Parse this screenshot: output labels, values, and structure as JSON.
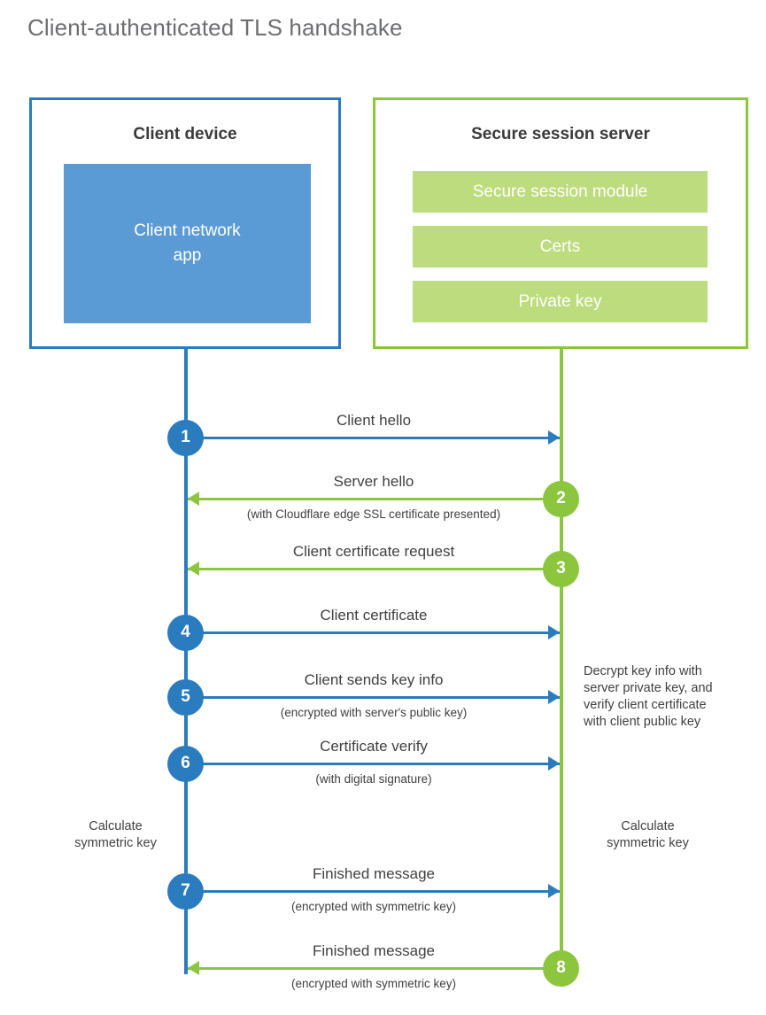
{
  "title": "Client-authenticated TLS handshake",
  "colors": {
    "blue": "#2b7cbf",
    "blue_fill": "#5b9bd5",
    "green": "#8cc63e",
    "green_fill": "#bcdc7d",
    "text": "#404041",
    "title_text": "#6d6e71"
  },
  "client": {
    "title": "Client device",
    "app_label": "Client network\napp"
  },
  "server": {
    "title": "Secure session server",
    "bars": [
      {
        "label": "Secure session module"
      },
      {
        "label": "Certs"
      },
      {
        "label": "Private key"
      }
    ]
  },
  "steps": [
    {
      "number": "1",
      "side": "left",
      "direction": "right",
      "color": "blue",
      "label": "Client hello",
      "sublabel": ""
    },
    {
      "number": "2",
      "side": "right",
      "direction": "left",
      "color": "green",
      "label": "Server hello",
      "sublabel": "(with Cloudflare edge SSL certificate presented)"
    },
    {
      "number": "3",
      "side": "right",
      "direction": "left",
      "color": "green",
      "label": "Client certificate request",
      "sublabel": ""
    },
    {
      "number": "4",
      "side": "left",
      "direction": "right",
      "color": "blue",
      "label": "Client certificate",
      "sublabel": ""
    },
    {
      "number": "5",
      "side": "left",
      "direction": "right",
      "color": "blue",
      "label": "Client sends key info",
      "sublabel": "(encrypted with server's public key)"
    },
    {
      "number": "6",
      "side": "left",
      "direction": "right",
      "color": "blue",
      "label": "Certificate verify",
      "sublabel": "(with digital signature)"
    },
    {
      "number": "7",
      "side": "left",
      "direction": "right",
      "color": "blue",
      "label": "Finished message",
      "sublabel": "(encrypted with symmetric key)"
    },
    {
      "number": "8",
      "side": "right",
      "direction": "left",
      "color": "green",
      "label": "Finished message",
      "sublabel": "(encrypted with symmetric key)"
    }
  ],
  "notes": {
    "server_decrypt": "Decrypt key info with\nserver private key, and\nverify client certificate\nwith client public key",
    "client_calc": "Calculate\nsymmetric key",
    "server_calc": "Calculate\nsymmetric key"
  }
}
